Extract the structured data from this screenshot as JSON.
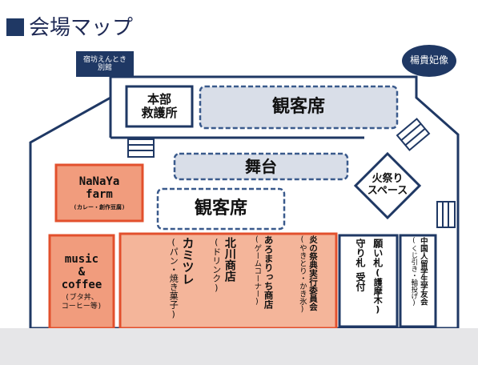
{
  "title": "会場マップ",
  "colors": {
    "navy": "#1f3864",
    "orange_fill": "#f4b59a",
    "orange_dark_fill": "#f19c7d",
    "orange_border": "#e2502d",
    "stage_fill": "#d9dee8",
    "stage_border": "#3a5a8c"
  },
  "buildings": {
    "annex_line1": "宿坊えんとき",
    "annex_line2": "別館",
    "yokihi": "楊貴妃像"
  },
  "hq": {
    "line1": "本部",
    "line2": "救護所"
  },
  "audience_top": "観客席",
  "stage": "舞台",
  "audience_mid": "観客席",
  "fire": {
    "line1": "火祭り",
    "line2": "スペース"
  },
  "nanaya": {
    "line1": "NaNaYa",
    "line2": "farm",
    "sub": "(カレー・創作豆腐)"
  },
  "music": {
    "line1": "music",
    "line2": "&",
    "line3": "coffee",
    "sub1": "(ブタ丼、",
    "sub2": "コーヒー等)"
  },
  "stalls": {
    "kamitsure": {
      "name": "カミツレ",
      "sub": "(パン・焼き菓子)"
    },
    "kitagawa": {
      "name": "北川商店",
      "sub": "(ドリンク)"
    },
    "aromaricchi": {
      "name": "あろまりっち商店",
      "sub": "(ゲームコーナー)"
    },
    "committee": {
      "name": "炎の祭典実行委員会",
      "sub": "(やきとり・かき氷)"
    }
  },
  "charms": {
    "col1": "守り札",
    "col1b": "受付",
    "col2": "願い札",
    "col2b": "(護摩木)"
  },
  "chinese": {
    "name": "中国人留学生学友会",
    "sub": "(くじ引き・輪投げ)"
  }
}
